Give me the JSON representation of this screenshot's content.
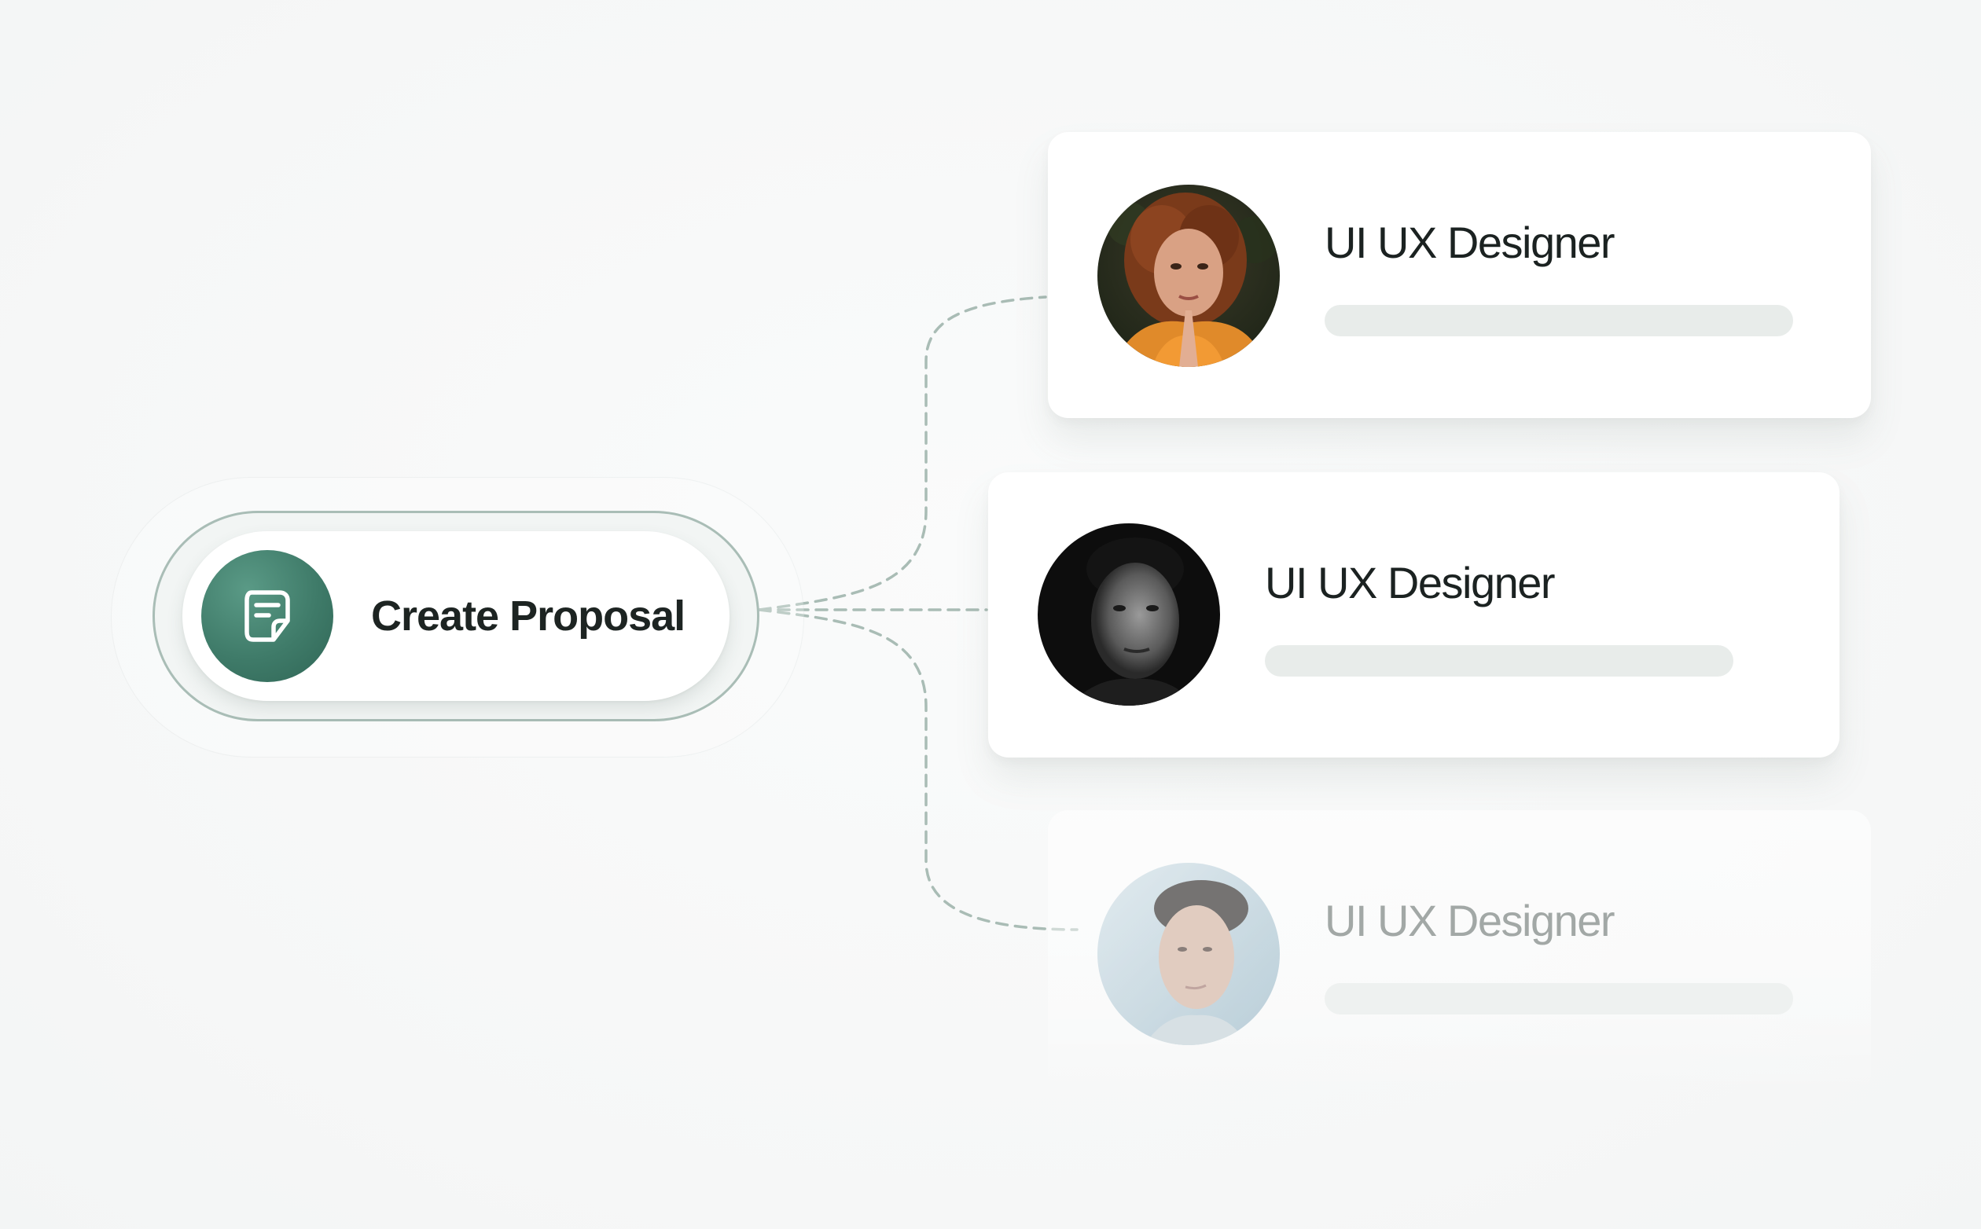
{
  "proposal": {
    "label": "Create Proposal",
    "icon": "document-note-icon",
    "accent": "#3f7b69"
  },
  "cards": [
    {
      "title": "UI UX Designer",
      "avatar": "woman-curly-hair-orange-jacket-avatar"
    },
    {
      "title": "UI UX Designer",
      "avatar": "man-dark-background-bw-avatar"
    },
    {
      "title": "UI UX Designer",
      "avatar": "young-man-profile-avatar",
      "faded": true
    }
  ],
  "colors": {
    "background": "#f7f8f8",
    "connector": "#a9bcb5",
    "placeholder_bar": "#e8ecea"
  }
}
